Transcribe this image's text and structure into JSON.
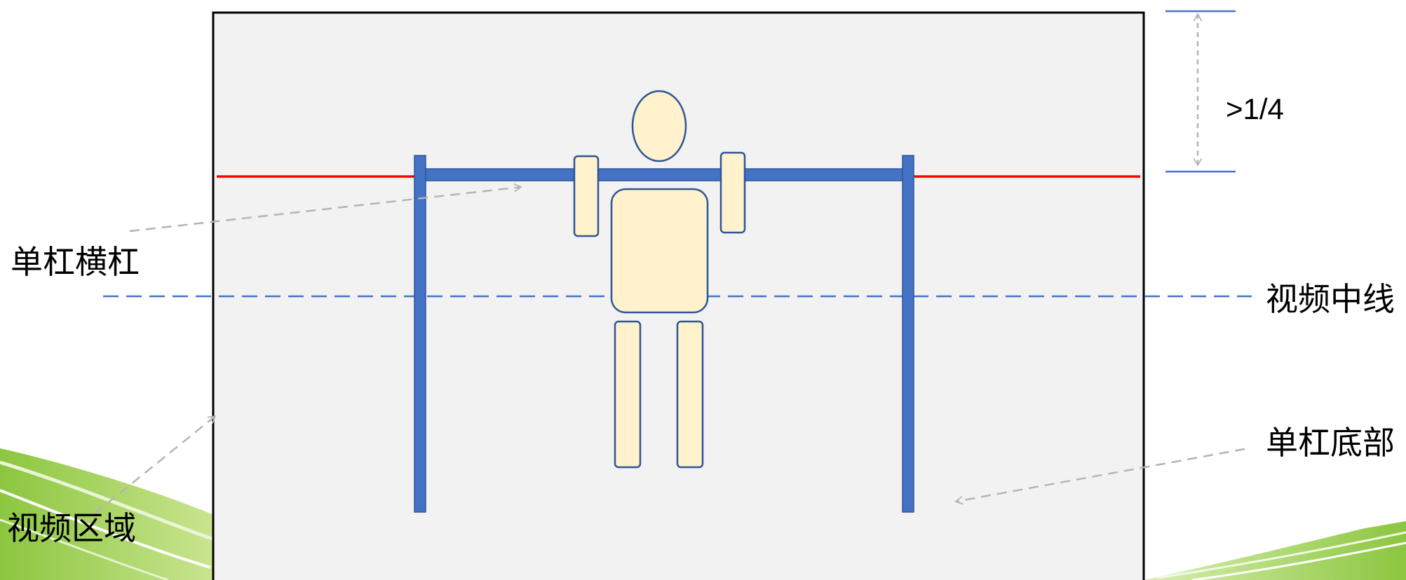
{
  "diagram": {
    "labels": {
      "bar_crossbar": "单杠横杠",
      "video_centerline": "视频中线",
      "bar_bottom": "单杠底部",
      "video_area": "视频区域",
      "ratio": ">1/4"
    },
    "colors": {
      "frame_fill": "#f2f2f2",
      "frame_stroke": "#000000",
      "bar": "#4472c4",
      "bar_stroke": "#2f5597",
      "red_line": "#ff0000",
      "centerline": "#4472c4",
      "figure_fill": "#fff2cc",
      "figure_stroke": "#2f5597",
      "annotation_arrow": "#b4b4b4",
      "ratio_line": "#4472c4",
      "swoosh_green": "#7fc241",
      "swoosh_light": "#c6e68f"
    }
  }
}
